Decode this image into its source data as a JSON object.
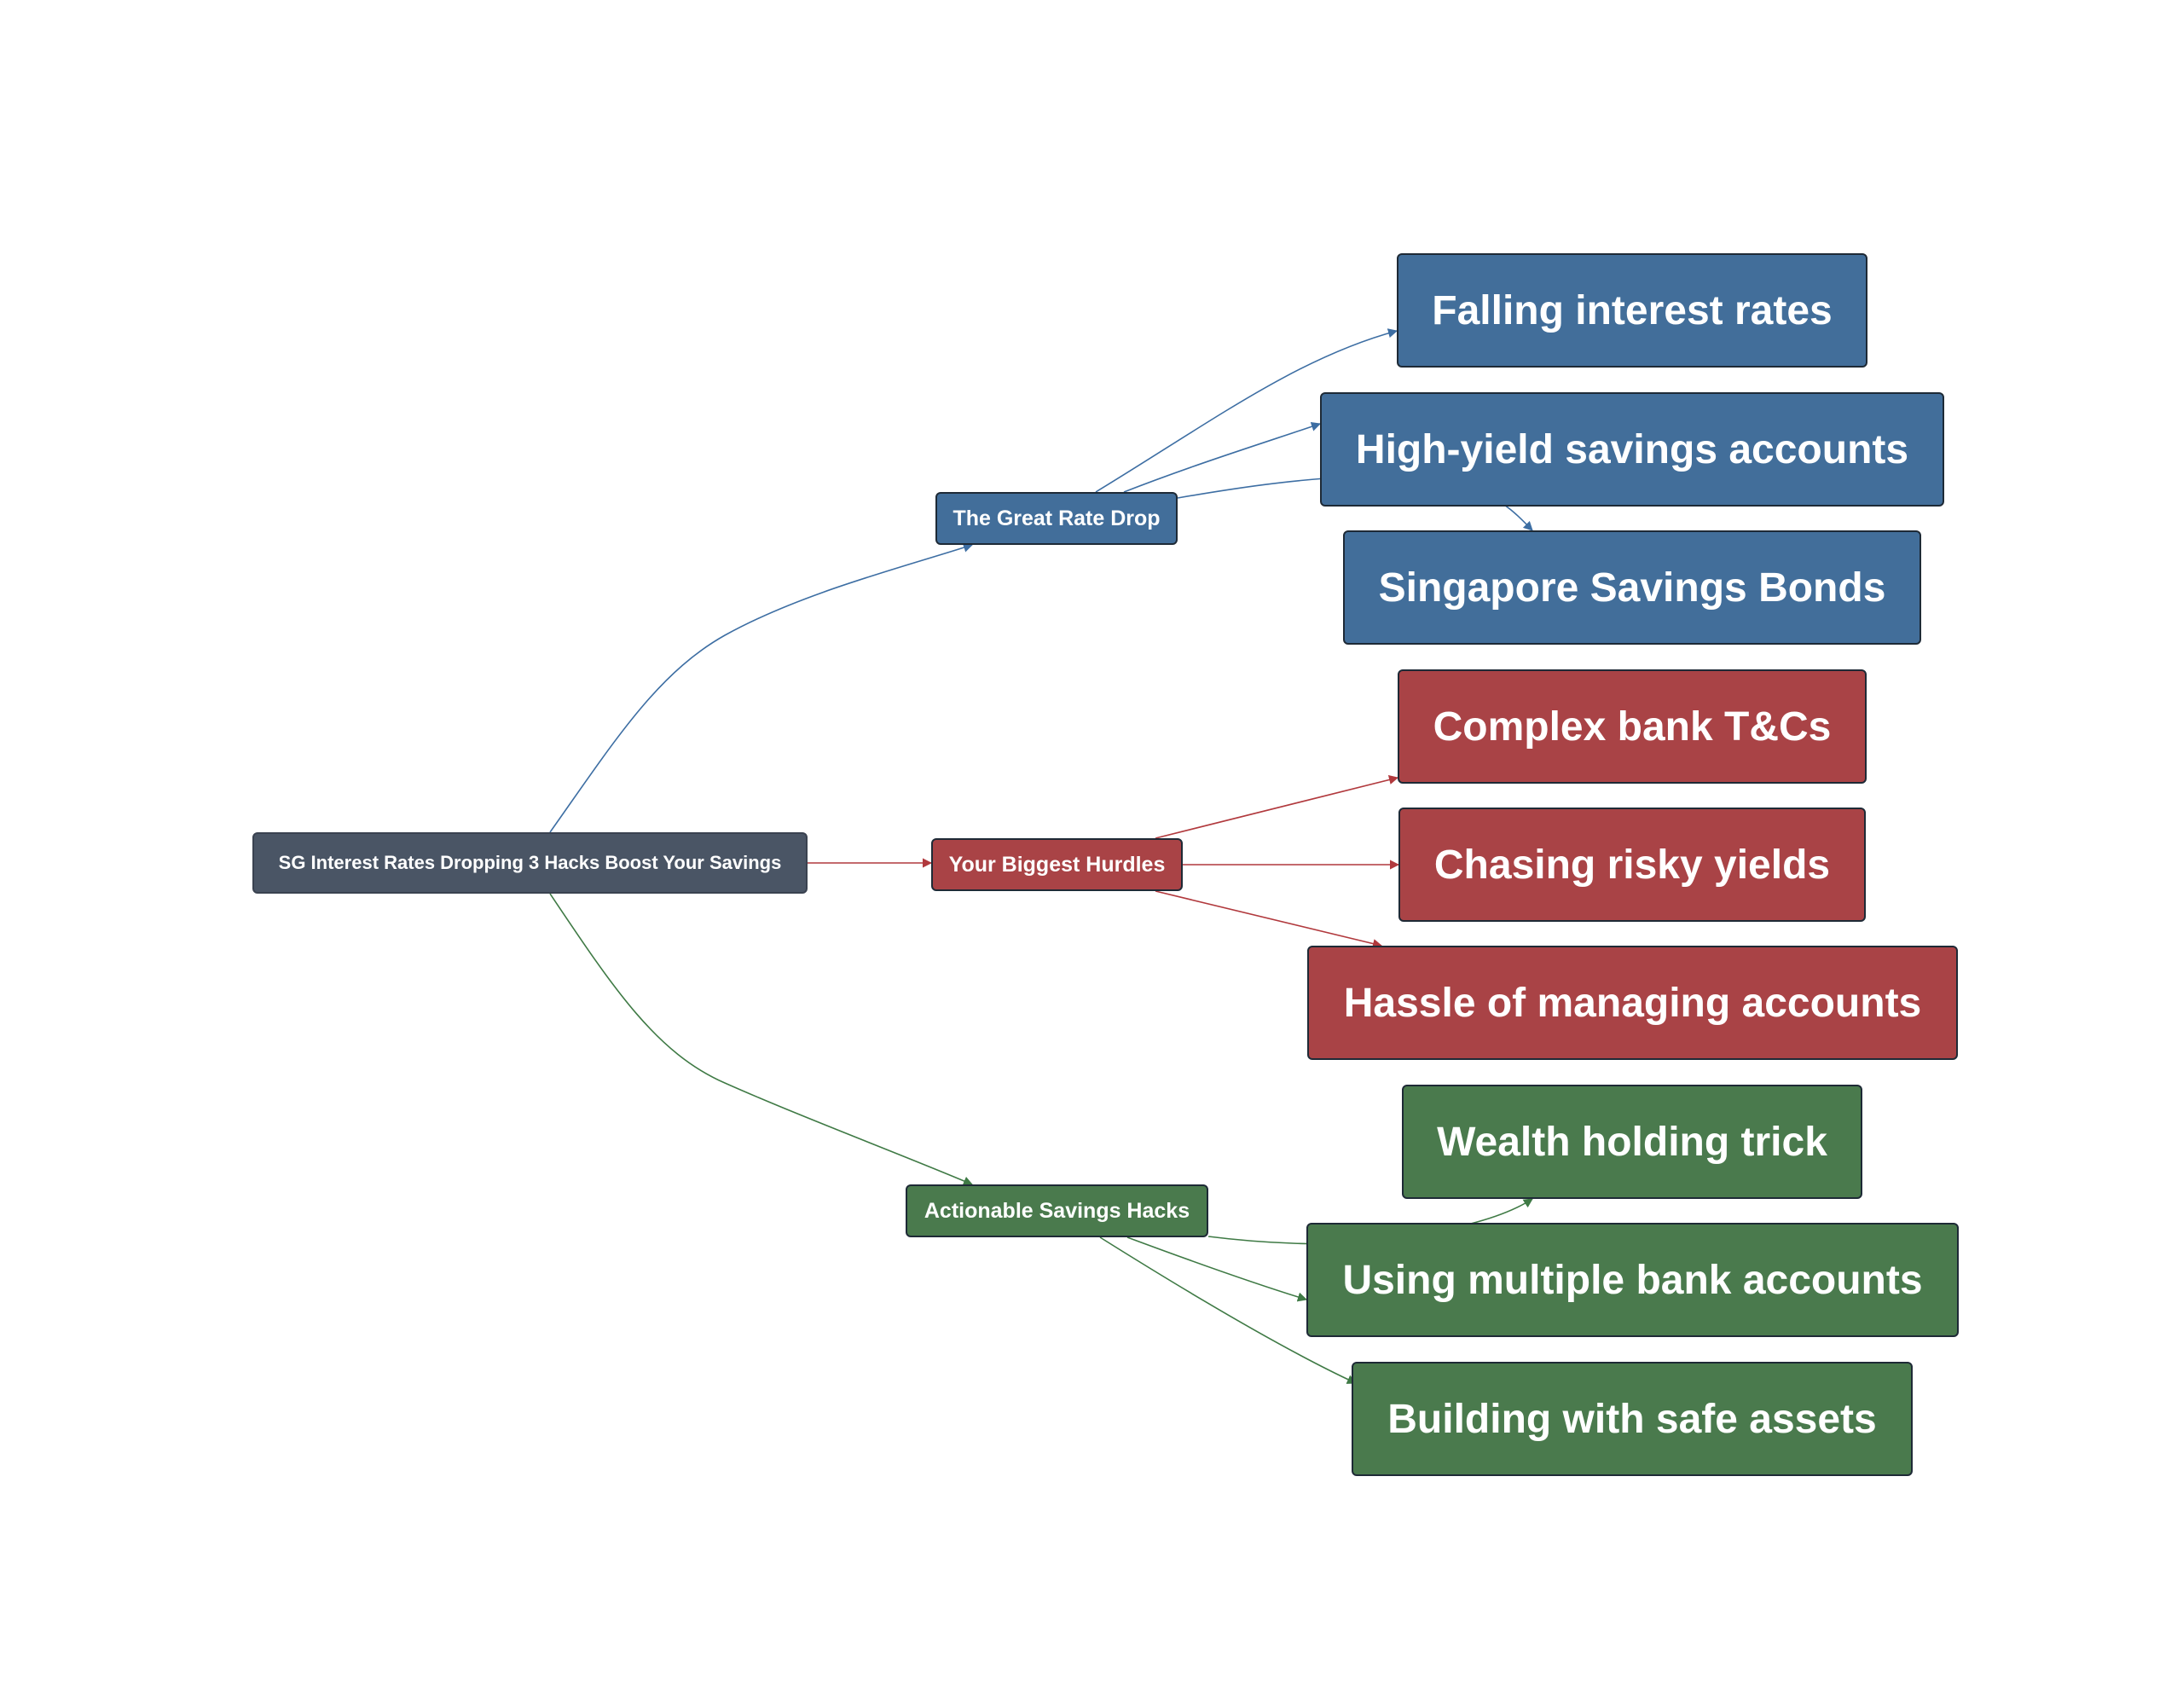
{
  "diagram": {
    "root": {
      "label": "SG Interest Rates Dropping 3 Hacks Boost Your Savings",
      "color": "#4a5565"
    },
    "branches": [
      {
        "label": "The Great Rate Drop",
        "color": "#426e9a",
        "edge_color": "#3d6ea3",
        "children": [
          "Falling interest rates",
          "High-yield savings accounts",
          "Singapore Savings Bonds"
        ]
      },
      {
        "label": "Your Biggest Hurdles",
        "color": "#a94346",
        "edge_color": "#b1393d",
        "children": [
          "Complex bank T&Cs",
          "Chasing risky yields",
          "Hassle of managing accounts"
        ]
      },
      {
        "label": "Actionable Savings Hacks",
        "color": "#4a7a4d",
        "edge_color": "#3f7a45",
        "children": [
          "Wealth holding trick",
          "Using multiple bank accounts",
          "Building with safe assets"
        ]
      }
    ]
  }
}
